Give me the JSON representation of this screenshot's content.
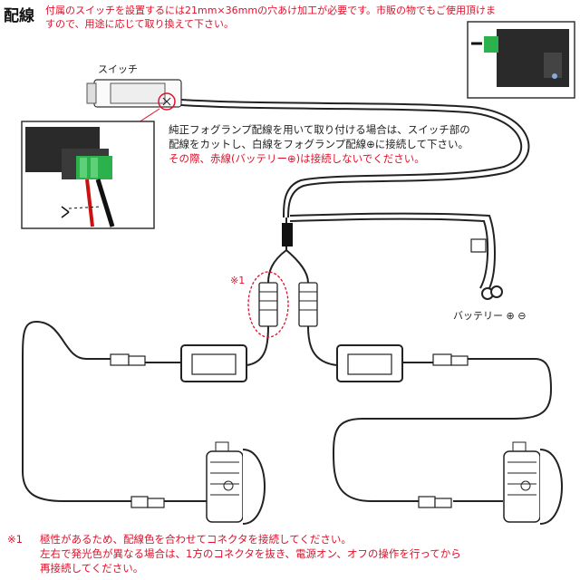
{
  "header": {
    "title": "配線",
    "intro_line1": "付属のスイッチを設置するには21mm×36mmの穴あけ加工が必要です。市販の物でもご使用頂けま",
    "intro_line2": "すので、用途に応じて取り換えて下さい。"
  },
  "labels": {
    "switch": "スイッチ",
    "battery": "バッテリー ⊕ ⊖",
    "note_marker": "※1"
  },
  "instruction": {
    "line1": "純正フォグランプ配線を用いて取り付ける場合は、スイッチ部の",
    "line2": "配線をカットし、白線をフォグランプ配線⊕に接続して下さい。",
    "line3": "その際、赤線(バッテリー⊕)は接続しないでください。"
  },
  "footnote": {
    "marker": "※1",
    "line1": "極性があるため、配線色を合わせてコネクタを接続してください。",
    "line2": "左右で発光色が異なる場合は、1方のコネクタを抜き、電源オン、オフの操作を行ってから",
    "line3": "再接続してください。"
  },
  "colors": {
    "note_red": "#e0102a",
    "connector_green": "#2bb24c",
    "wire": "#222222"
  }
}
